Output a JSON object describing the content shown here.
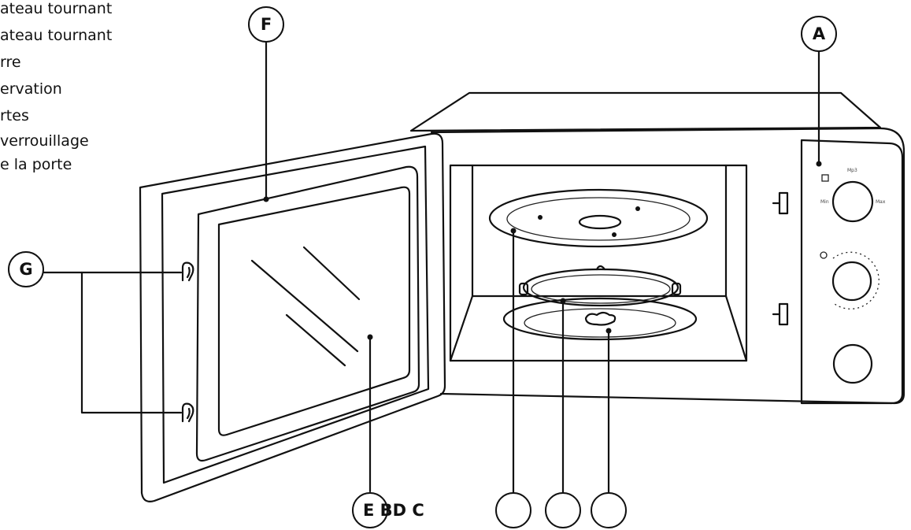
{
  "legend": [
    "ateau tournant",
    "ateau tournant",
    "rre",
    "ervation",
    "rtes",
    "verrouillage",
    "e la porte"
  ],
  "callouts": {
    "A": "A",
    "F": "F",
    "G": "G",
    "bottom_group": "E BD C"
  },
  "control_labels": {
    "power_top": "Mp3",
    "power_left": "Min",
    "power_right": "Max"
  }
}
